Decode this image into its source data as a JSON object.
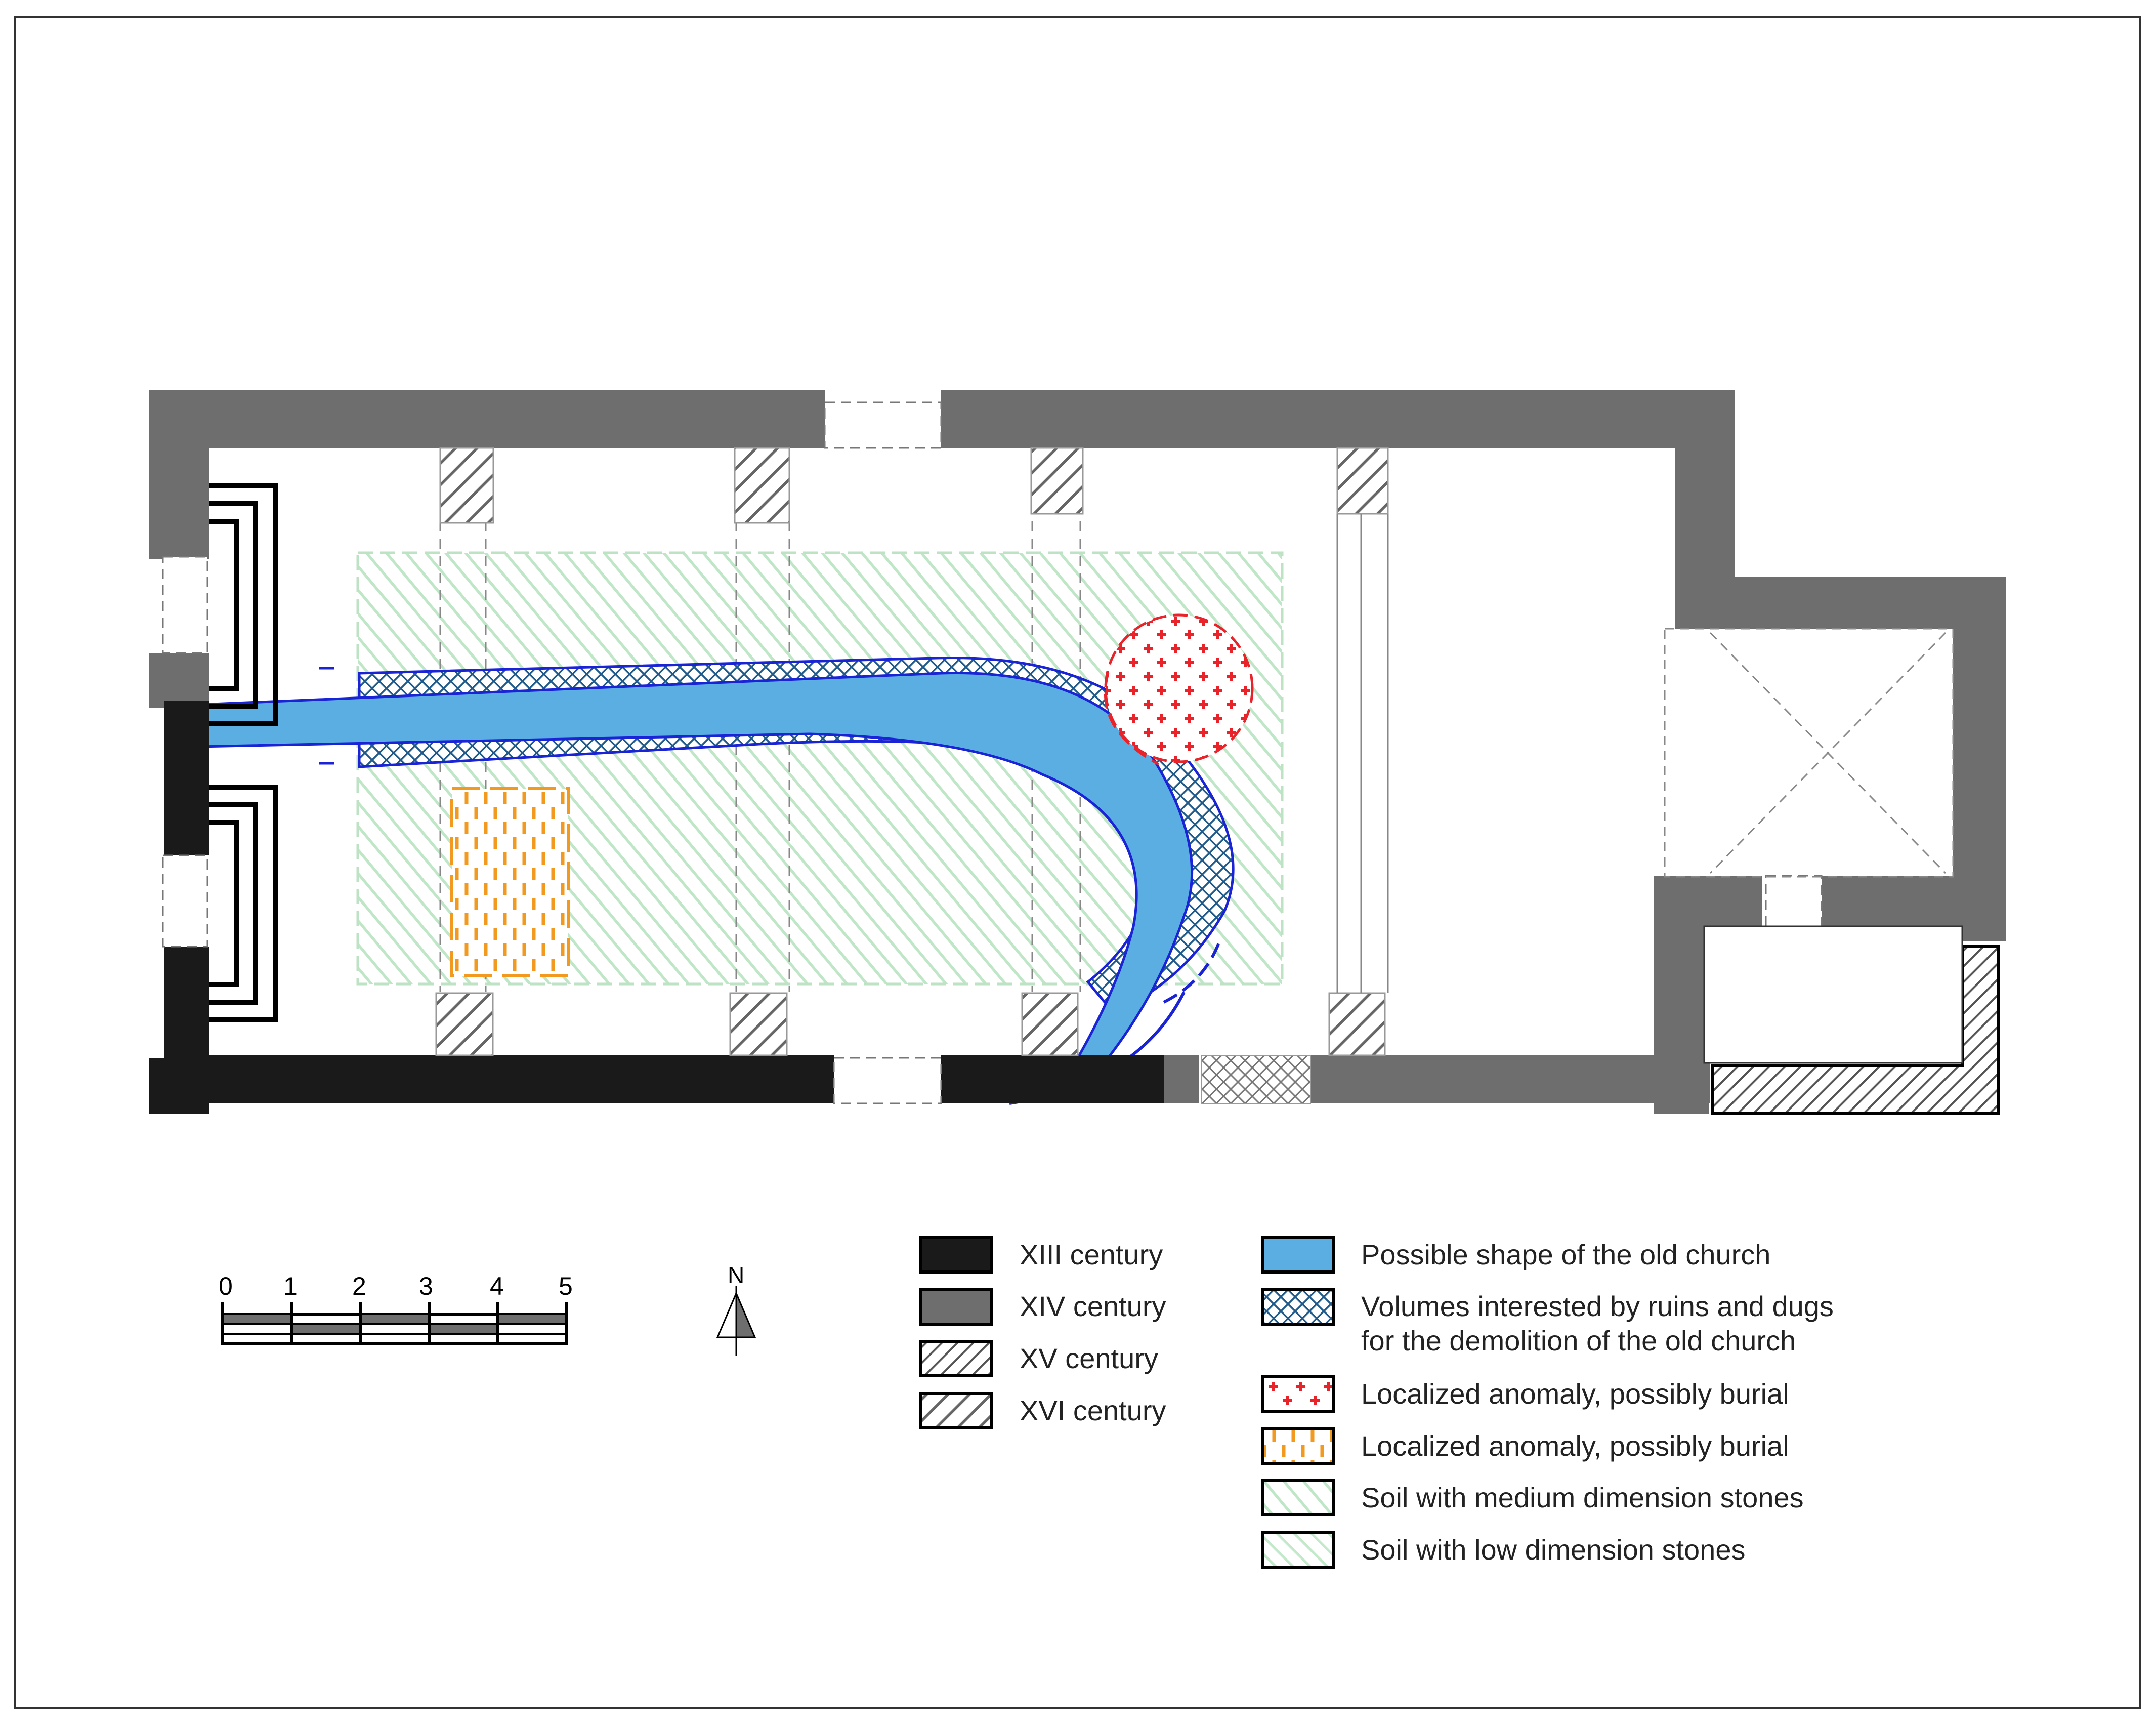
{
  "colors": {
    "xiii_century": "#1a1a1a",
    "xiv_century": "#6e6e6e",
    "old_church_shape": "#5baee2",
    "ruins_hatch": "#1f5a8a",
    "burial_red": "#e8232a",
    "burial_orange": "#f29a1f",
    "soil_green": "#bfe6c6",
    "outline_blue": "#1a24d6"
  },
  "scale_bar": {
    "ticks": [
      "0",
      "1",
      "2",
      "3",
      "4",
      "5"
    ]
  },
  "north_arrow": {
    "label": "N"
  },
  "legend_left": [
    {
      "label": "XIII century",
      "icon": "solid-black-swatch"
    },
    {
      "label": "XIV century",
      "icon": "solid-grey-swatch"
    },
    {
      "label": "XV century",
      "icon": "fine-hatch-swatch"
    },
    {
      "label": "XVI century",
      "icon": "coarse-hatch-swatch"
    }
  ],
  "legend_right": [
    {
      "label": "Possible shape of the old church",
      "icon": "blue-fill-swatch"
    },
    {
      "label": "Volumes interested by ruins and dugs",
      "label2": "for the demolition of the old church",
      "icon": "crosshatch-swatch"
    },
    {
      "label": "Localized anomaly, possibly burial",
      "icon": "red-cross-swatch"
    },
    {
      "label": "Localized anomaly, possibly burial",
      "icon": "orange-dash-swatch"
    },
    {
      "label": "Soil with medium dimension stones",
      "icon": "green-hatch-swatch"
    },
    {
      "label": "Soil with low dimension stones",
      "icon": "green-dense-hatch-swatch"
    }
  ]
}
